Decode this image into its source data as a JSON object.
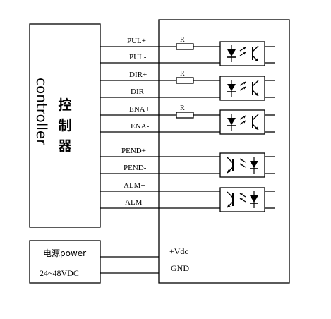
{
  "controller": {
    "label_cn": "控制器",
    "label_cn_chars": [
      "控",
      "制",
      "器"
    ],
    "label_en": "controller"
  },
  "signals": [
    "PUL+",
    "PUL-",
    "DIR+",
    "DIR-",
    "ENA+",
    "ENA-",
    "PEND+",
    "PEND-",
    "ALM+",
    "ALM-"
  ],
  "resistor_label": "R",
  "power": {
    "name_cn": "电源",
    "name_en": "power",
    "voltage": "24~48VDC",
    "plus": "+Vdc",
    "gnd": "GND"
  }
}
